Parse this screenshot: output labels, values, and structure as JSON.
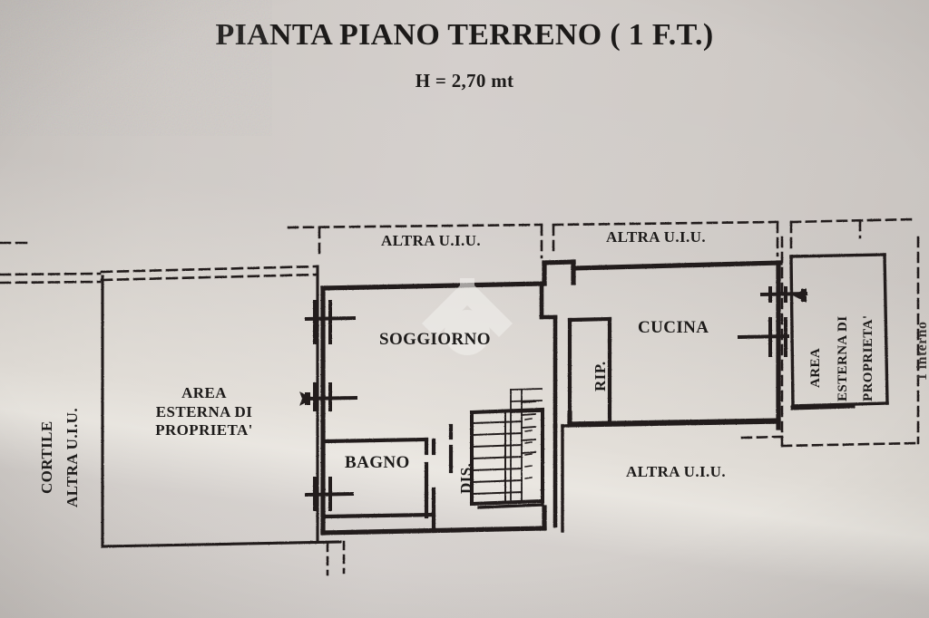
{
  "document": {
    "title": "PIANTA PIANO TERRENO ( 1 F.T.)",
    "subtitle": "H = 2,70 mt"
  },
  "labels": {
    "altra_uiu_top_left": "ALTRA U.I.U.",
    "altra_uiu_top_right": "ALTRA U.I.U.",
    "altra_uiu_bottom": "ALTRA U.I.U.",
    "cortile": "CORTILE",
    "cortile_altra_uiu": "ALTRA U.I.U.",
    "area_esterna_left_l1": "AREA",
    "area_esterna_left_l2": "ESTERNA DI",
    "area_esterna_left_l3": "PROPRIETA'",
    "soggiorno": "SOGGIORNO",
    "bagno": "BAGNO",
    "disimpegno": "DIS.",
    "ripostiglio": "RIP.",
    "cucina": "CUCINA",
    "area_esterna_right_l1": "AREA",
    "area_esterna_right_l2": "ESTERNA DI",
    "area_esterna_right_l3": "PROPRIETA'",
    "edge_note": "1 interno"
  },
  "colors": {
    "ink": "#1d1b1a",
    "paper": "#cdc8c4",
    "wall": "#231f1e",
    "watermark": "#efece9"
  },
  "rooms": [
    {
      "name": "SOGGIORNO",
      "type": "living-room"
    },
    {
      "name": "BAGNO",
      "type": "bathroom"
    },
    {
      "name": "DIS.",
      "type": "hallway"
    },
    {
      "name": "RIP.",
      "type": "storage"
    },
    {
      "name": "CUCINA",
      "type": "kitchen"
    },
    {
      "name": "AREA ESTERNA DI PROPRIETA'",
      "type": "outdoor-area"
    }
  ],
  "features": {
    "staircase": "staircase",
    "entrance_left": "entrance-arrow-left",
    "entrance_right": "entrance-arrow-right",
    "watermark": "house-watermark"
  }
}
